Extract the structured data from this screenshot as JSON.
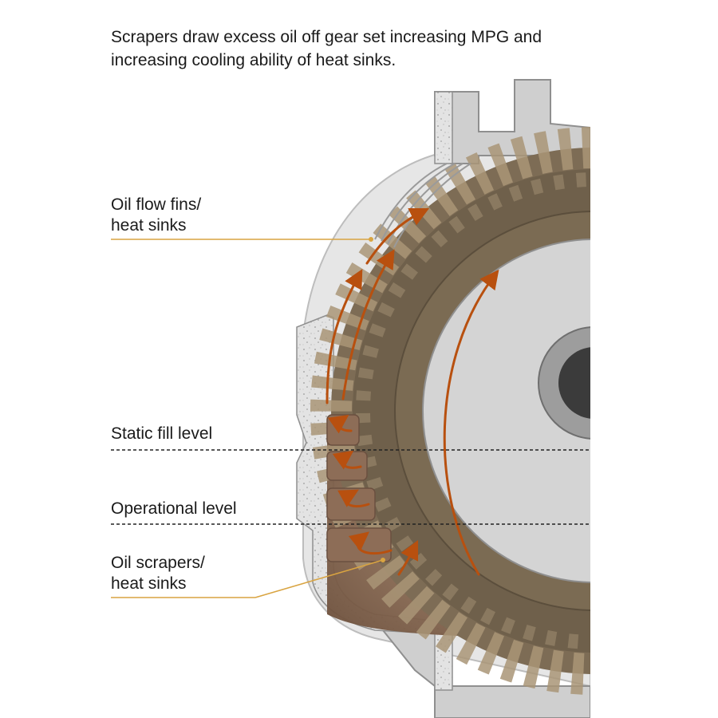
{
  "caption": {
    "line1": "Scrapers draw excess oil off gear set increasing MPG and",
    "line2": "increasing cooling ability of heat sinks."
  },
  "labels": {
    "fins": {
      "line1": "Oil flow fins/",
      "line2": "heat sinks"
    },
    "static": "Static fill level",
    "operational": "Operational level",
    "scrapers": {
      "line1": "Oil scrapers/",
      "line2": "heat sinks"
    }
  },
  "colors": {
    "accent": "#d9a441",
    "oil_arrow": "#b8500f",
    "gear_tooth": "#8c7a5f",
    "housing": "#c9c9c9",
    "oil": "#8a6a52"
  },
  "icons": [
    "oil-flow-arrow-icon"
  ]
}
